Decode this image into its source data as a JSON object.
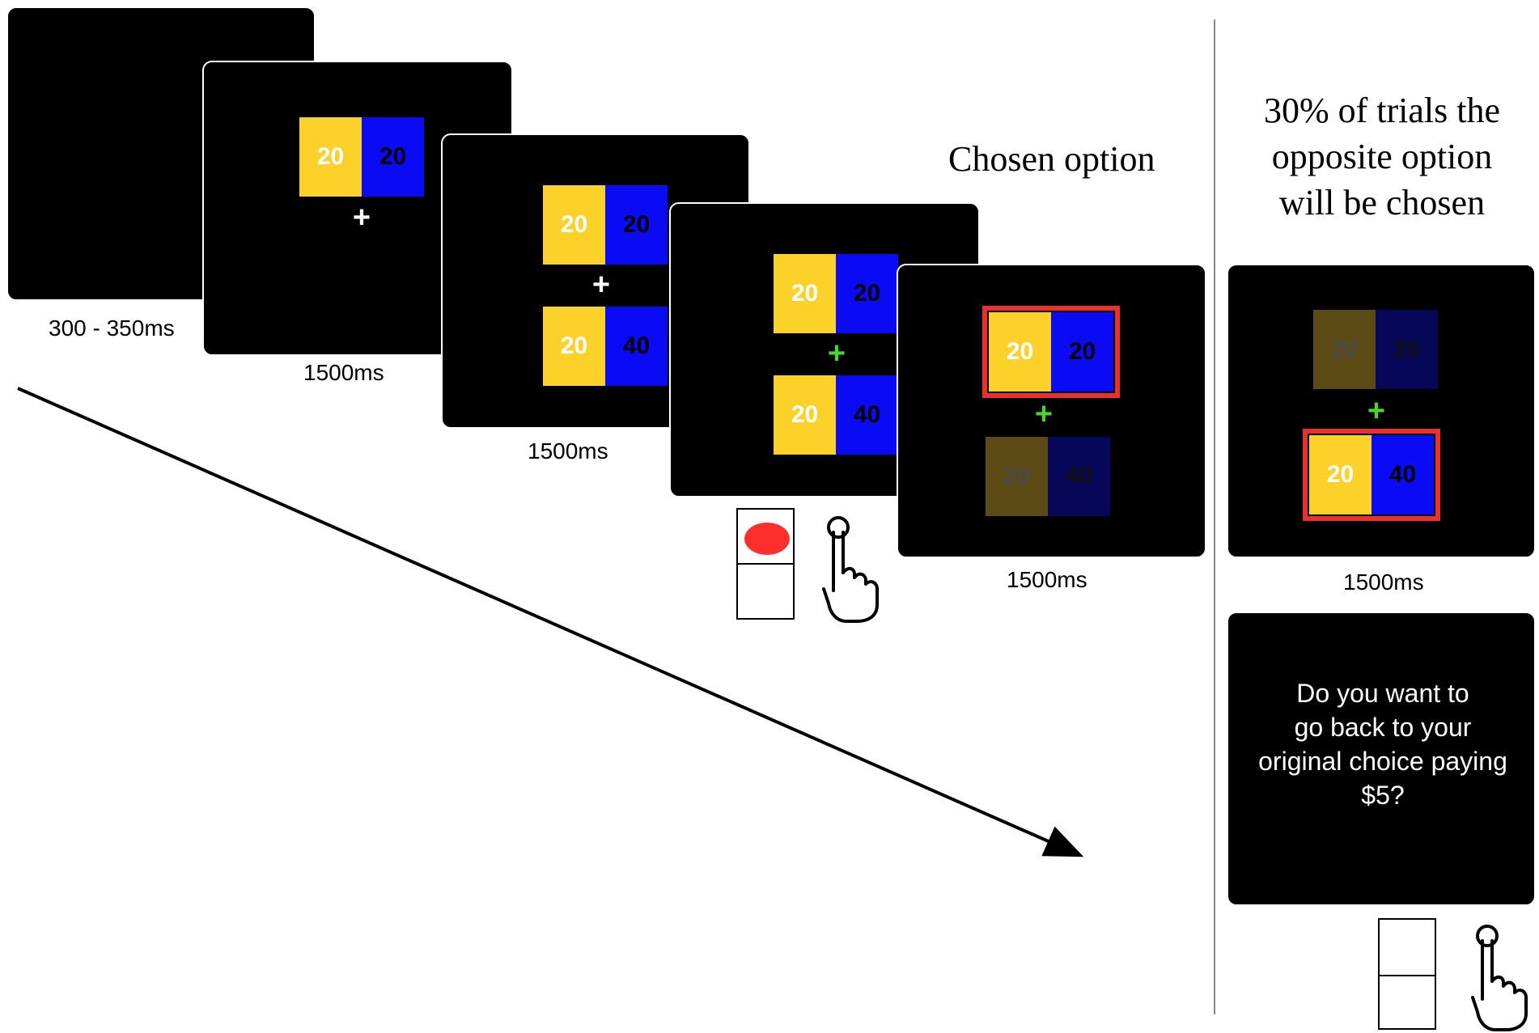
{
  "colors": {
    "yellow": "#fcd12a",
    "blue": "#0a0af5",
    "highlight": "#e8302f",
    "fixation_green": "#4cd430",
    "button_red": "#ff2e2e"
  },
  "screens": [
    {
      "duration": "300 - 350ms"
    },
    {
      "duration": "1500ms",
      "top": {
        "left": "20",
        "right": "20"
      }
    },
    {
      "duration": "1500ms",
      "top": {
        "left": "20",
        "right": "20"
      },
      "bottom": {
        "left": "20",
        "right": "40"
      }
    },
    {
      "top": {
        "left": "20",
        "right": "20"
      },
      "bottom": {
        "left": "20",
        "right": "40"
      }
    },
    {
      "duration": "1500ms",
      "top": {
        "left": "20",
        "right": "20"
      },
      "bottom": {
        "left": "20",
        "right": "40"
      }
    },
    {
      "duration": "1500ms",
      "top": {
        "left": "20",
        "right": "20"
      },
      "bottom": {
        "left": "20",
        "right": "40"
      }
    }
  ],
  "fixation": "+",
  "captions": {
    "chosen": "Chosen option",
    "opposite": [
      "30% of trials the",
      "opposite option",
      "will be chosen"
    ]
  },
  "question": [
    "Do you want to",
    "go back to your",
    "original choice paying",
    "$5?"
  ],
  "icons": [
    "response-button-box",
    "pointing-hand-icon",
    "time-arrow"
  ]
}
